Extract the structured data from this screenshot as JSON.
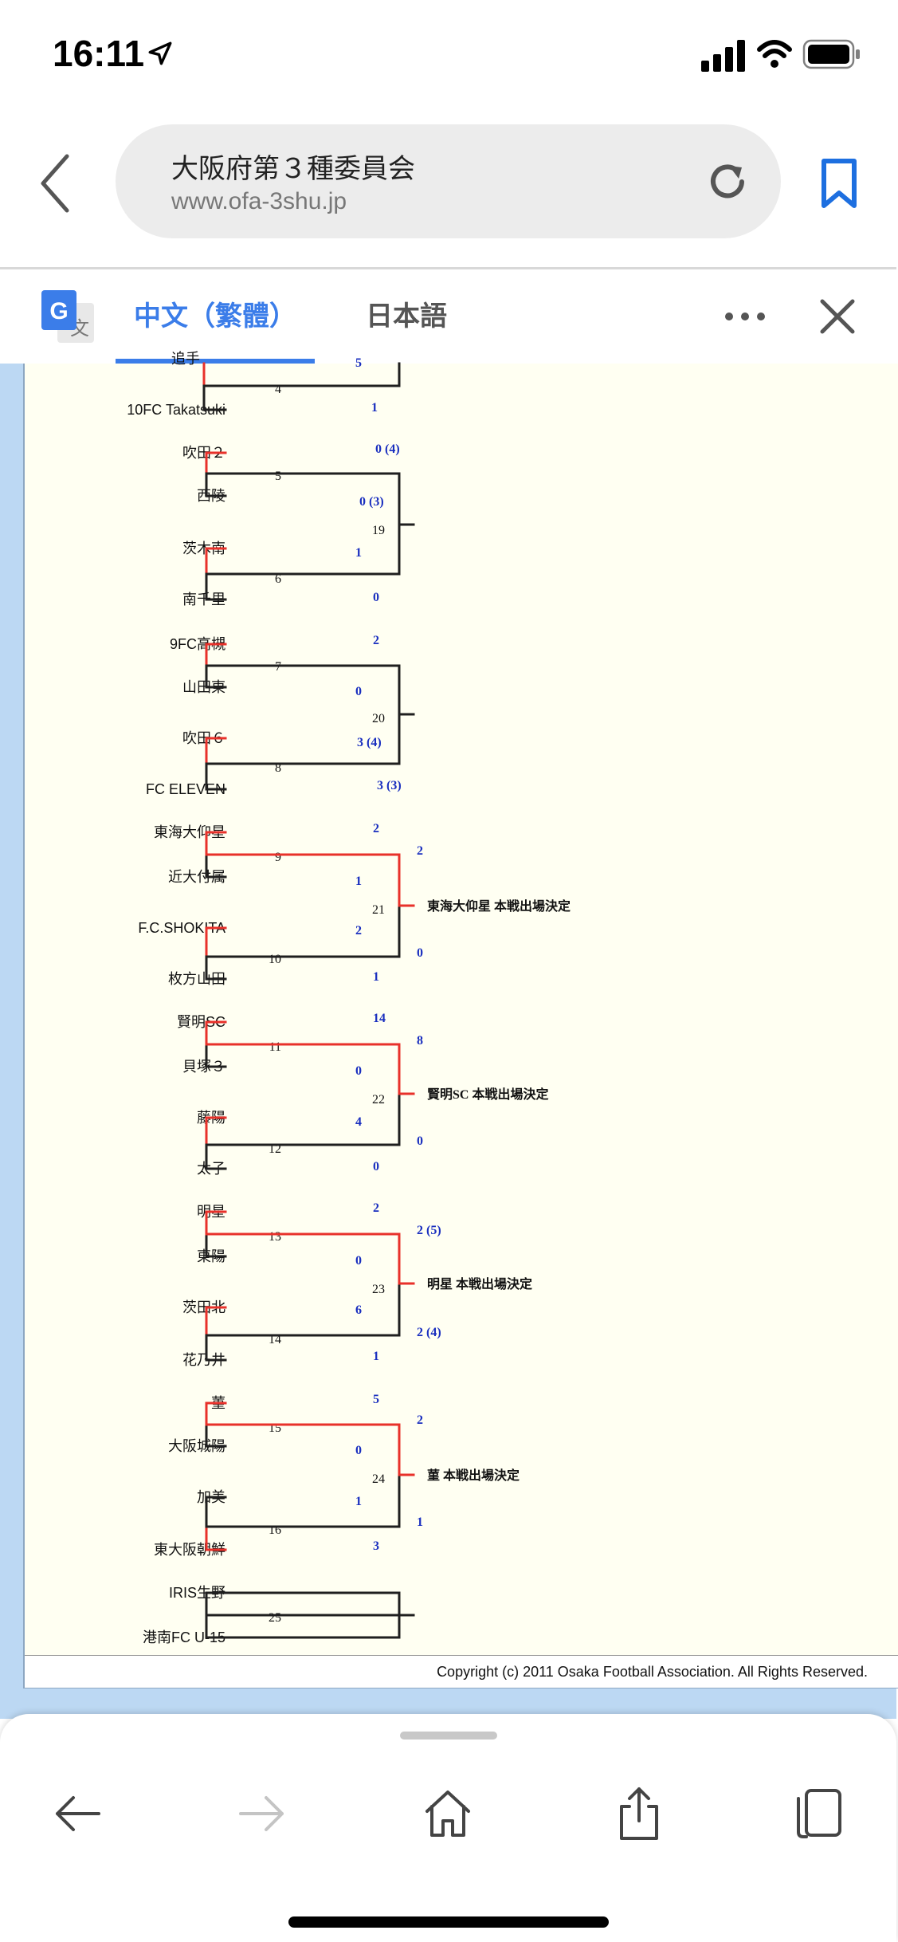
{
  "status": {
    "time": "16:11"
  },
  "browser": {
    "site_title": "大阪府第３種委員会",
    "url": "www.ofa-3shu.jp"
  },
  "translate": {
    "tab_active": "中文（繁體）",
    "tab_other": "日本語"
  },
  "bracket": {
    "teams": [
      {
        "name": "10FC Takatsuki"
      },
      {
        "name": "吹田２"
      },
      {
        "name": "西陵"
      },
      {
        "name": "茨木南"
      },
      {
        "name": "南千里"
      },
      {
        "name": "9FC高槻"
      },
      {
        "name": "山田東"
      },
      {
        "name": "吹田６"
      },
      {
        "name": "FC ELEVEN"
      },
      {
        "name": "東海大仰星"
      },
      {
        "name": "近大付属"
      },
      {
        "name": "F.C.SHOKITA"
      },
      {
        "name": "枚方山田"
      },
      {
        "name": "賢明SC"
      },
      {
        "name": "貝塚３"
      },
      {
        "name": "藤陽"
      },
      {
        "name": "太子"
      },
      {
        "name": "明星"
      },
      {
        "name": "東陽"
      },
      {
        "name": "茨田北"
      },
      {
        "name": "花乃井"
      },
      {
        "name": "菫"
      },
      {
        "name": "大阪城陽"
      },
      {
        "name": "加美"
      },
      {
        "name": "東大阪朝鮮"
      },
      {
        "name": "IRIS生野"
      },
      {
        "name": "港南FC U-15"
      }
    ],
    "first_round_numbers": [
      "4",
      "5",
      "6",
      "7",
      "8",
      "9",
      "10",
      "11",
      "12",
      "13",
      "14",
      "15",
      "16",
      "25"
    ],
    "second_round_numbers": [
      "19",
      "20",
      "21",
      "22",
      "23",
      "24"
    ],
    "first_round_scores": [
      "5",
      "1",
      "0 (4)",
      "0 (3)",
      "1",
      "0",
      "2",
      "0",
      "3 (4)",
      "3 (3)",
      "2",
      "1",
      "2",
      "1",
      "14",
      "0",
      "4",
      "0",
      "2",
      "0",
      "6",
      "1",
      "5",
      "0",
      "1",
      "3"
    ],
    "second_round_scores": [
      "2",
      "0",
      "8",
      "0",
      "2 (5)",
      "2 (4)",
      "2",
      "1"
    ],
    "winners": [
      "東海大仰星 本戦出場決定",
      "賢明SC 本戦出場決定",
      "明星 本戦出場決定",
      "菫 本戦出場決定"
    ],
    "partial_top_team": "追手"
  },
  "footer": {
    "copyright": "Copyright (c) 2011 Osaka Football Association. All Rights Reserved."
  },
  "colors": {
    "win_line": "#e8312a",
    "lose_line": "#1f1f1f",
    "score": "#1a2fbf",
    "accent": "#3b7de9"
  }
}
